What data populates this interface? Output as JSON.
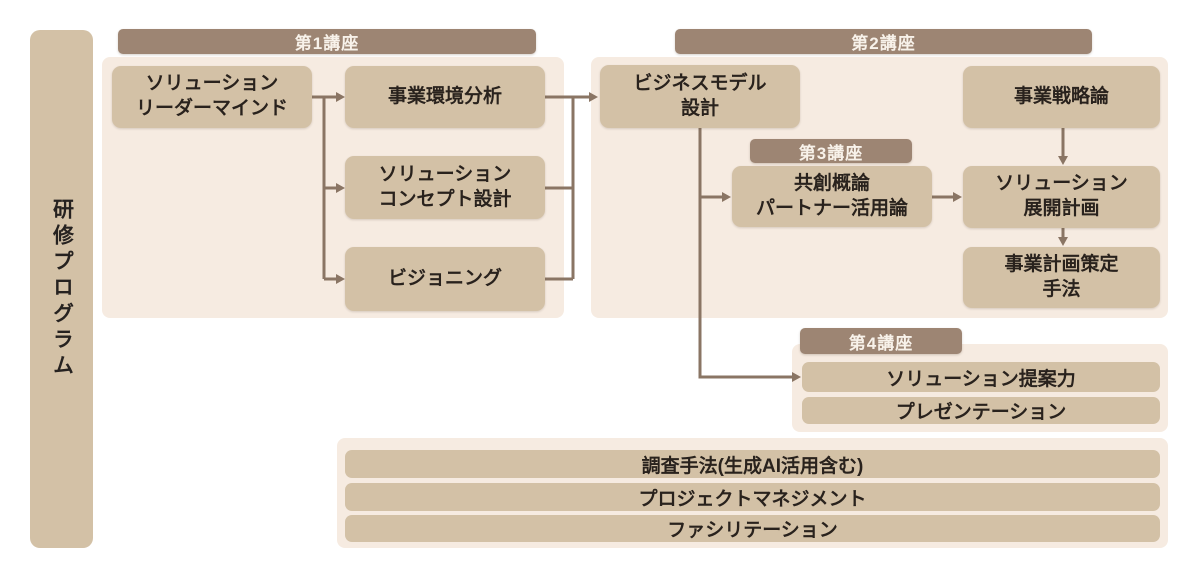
{
  "program": {
    "label": "研修プログラム"
  },
  "course1": {
    "title": "第1講座",
    "leader_mind": "ソリューション\nリーダーマインド",
    "env_analysis": "事業環境分析",
    "concept_design": "ソリューション\nコンセプト設計",
    "visioning": "ビジョニング"
  },
  "course2": {
    "title": "第2講座",
    "business_model": "ビジネスモデル\n設計",
    "strategy": "事業戦略論",
    "deployment": "ソリューション\n展開計画",
    "plan_method": "事業計画策定\n手法"
  },
  "course3": {
    "title": "第3講座",
    "co_creation": "共創概論\nパートナー活用論"
  },
  "course4": {
    "title": "第4講座",
    "proposal": "ソリューション提案力",
    "presentation": "プレゼンテーション"
  },
  "common": {
    "research": "調査手法(生成AI活用含む)",
    "project_management": "プロジェクトマネジメント",
    "facilitation": "ファシリテーション"
  },
  "colors": {
    "header": "#9d8573",
    "header_text": "#f8f2ea",
    "panel": "#f6ebe1",
    "box": "#d3c1a6",
    "box_text": "#29221d",
    "arrow": "#8a7564",
    "background": "#ffffff"
  }
}
